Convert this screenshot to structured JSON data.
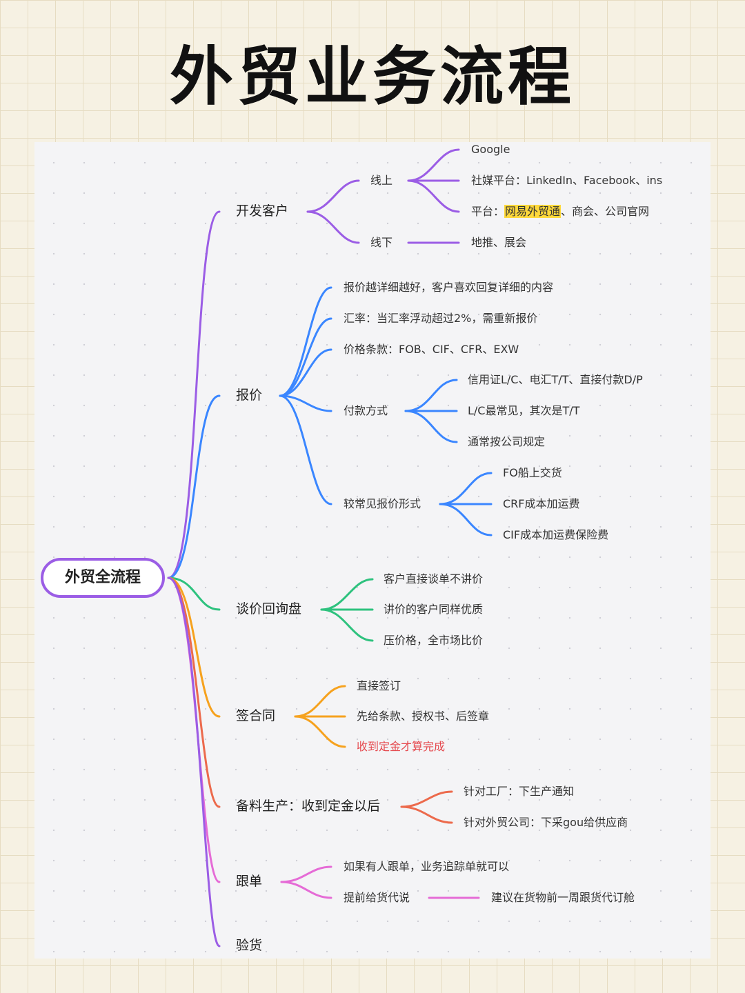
{
  "title": "外贸业务流程",
  "root": "外贸全流程",
  "colors": {
    "purple": "#9b5de5",
    "blue": "#3a86ff",
    "green": "#2ec27e",
    "orange": "#f6a21e",
    "red": "#ec6a4c",
    "pink": "#e56bd6",
    "highlight": "#ffd93b"
  },
  "branches": {
    "develop": {
      "label": "开发客户",
      "online": "线上",
      "online_items": [
        "Google",
        "社媒平台：LinkedIn、Facebook、ins"
      ],
      "platform_prefix": "平台：",
      "platform_highlight": "网易外贸通",
      "platform_suffix": "、商会、公司官网",
      "offline": "线下",
      "offline_item": "地推、展会"
    },
    "quote": {
      "label": "报价",
      "items": [
        "报价越详细越好，客户喜欢回复详细的内容",
        "汇率：当汇率浮动超过2%，需重新报价",
        "价格条款：FOB、CIF、CFR、EXW"
      ],
      "payment": "付款方式",
      "payment_items": [
        "信用证L/C、电汇T/T、直接付款D/P",
        "L/C最常见，其次是T/T",
        "通常按公司规定"
      ],
      "forms": "较常见报价形式",
      "form_items": [
        "FO船上交货",
        "CRF成本加运费",
        "CIF成本加运费保险费"
      ]
    },
    "negotiate": {
      "label": "谈价回询盘",
      "items": [
        "客户直接谈单不讲价",
        "讲价的客户同样优质",
        "压价格，全市场比价"
      ]
    },
    "contract": {
      "label": "签合同",
      "items": [
        "直接签订",
        "先给条款、授权书、后签章"
      ],
      "red_item": "收到定金才算完成"
    },
    "production": {
      "label": "备料生产：收到定金以后",
      "items": [
        "针对工厂：下生产通知",
        "针对外贸公司：下采gou给供应商"
      ]
    },
    "follow": {
      "label": "跟单",
      "items": [
        "如果有人跟单，业务追踪单就可以",
        "提前给货代说"
      ],
      "tip": "建议在货物前一周跟货代订舱"
    },
    "inspect": {
      "label": "验货"
    }
  }
}
